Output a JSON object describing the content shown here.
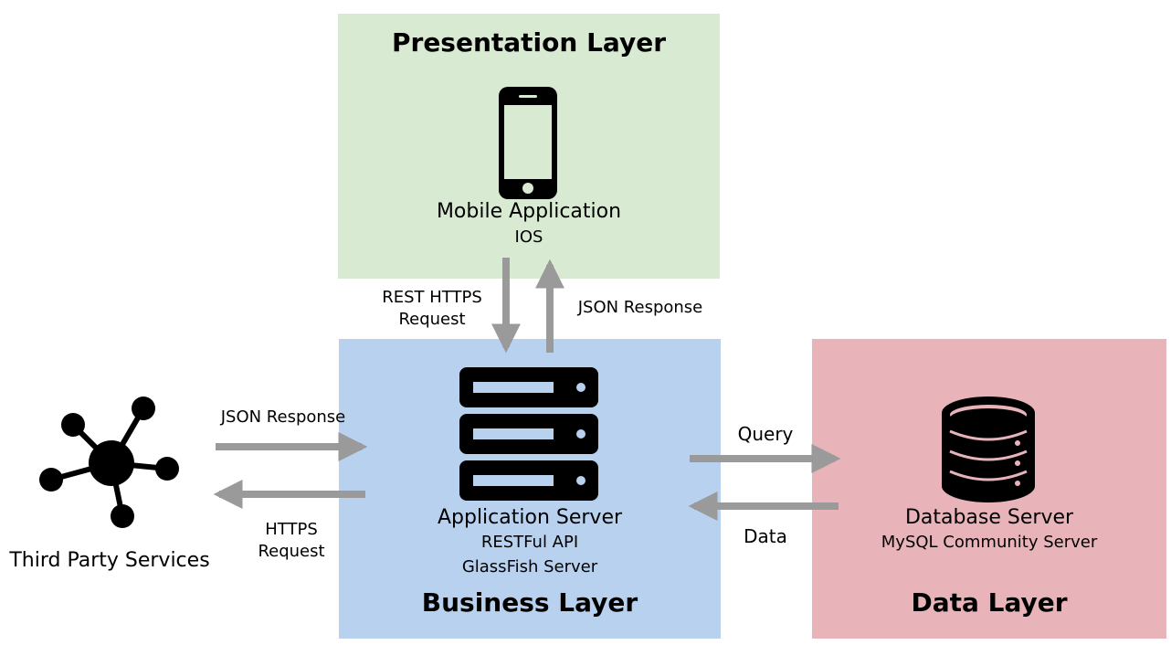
{
  "colors": {
    "presentation": "#d9ead3",
    "business": "#b7d1ef",
    "data": "#e8b4ba",
    "arrow": "#9a9a9a",
    "icon": "#000000"
  },
  "presentation": {
    "title": "Presentation Layer",
    "component_name": "Mobile Application",
    "component_sub": "IOS",
    "icon": "smartphone-icon"
  },
  "business": {
    "title": "Business Layer",
    "component_name": "Application Server",
    "component_sub1": "RESTFul API",
    "component_sub2": "GlassFish Server",
    "icon": "server-rack-icon"
  },
  "data": {
    "title": "Data Layer",
    "component_name": "Database Server",
    "component_sub": "MySQL Community Server",
    "icon": "database-icon"
  },
  "third_party": {
    "name": "Third Party Services",
    "icon": "network-hub-icon"
  },
  "flows": {
    "rest_request_line1": "REST HTTPS",
    "rest_request_line2": "Request",
    "json_response_mobile": "JSON Response",
    "json_response_third": "JSON Response",
    "https_request_line1": "HTTPS",
    "https_request_line2": "Request",
    "query": "Query",
    "data": "Data"
  }
}
